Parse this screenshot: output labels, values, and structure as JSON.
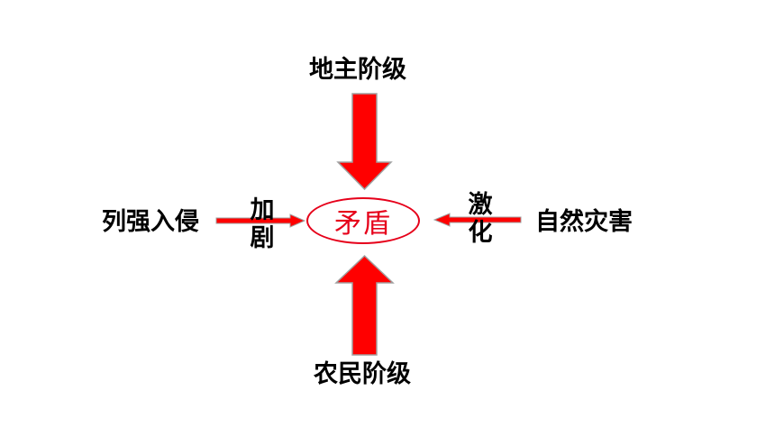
{
  "diagram": {
    "center": "矛盾",
    "top": "地主阶级",
    "bottom": "农民阶级",
    "left": "列强入侵",
    "right": "自然灾害",
    "left_verb": [
      "加",
      "剧"
    ],
    "right_verb": [
      "激",
      "化"
    ]
  },
  "colors": {
    "arrow": "#ff0000",
    "arrow_outline": "#a0a0a0",
    "oval": "#e6001a"
  }
}
